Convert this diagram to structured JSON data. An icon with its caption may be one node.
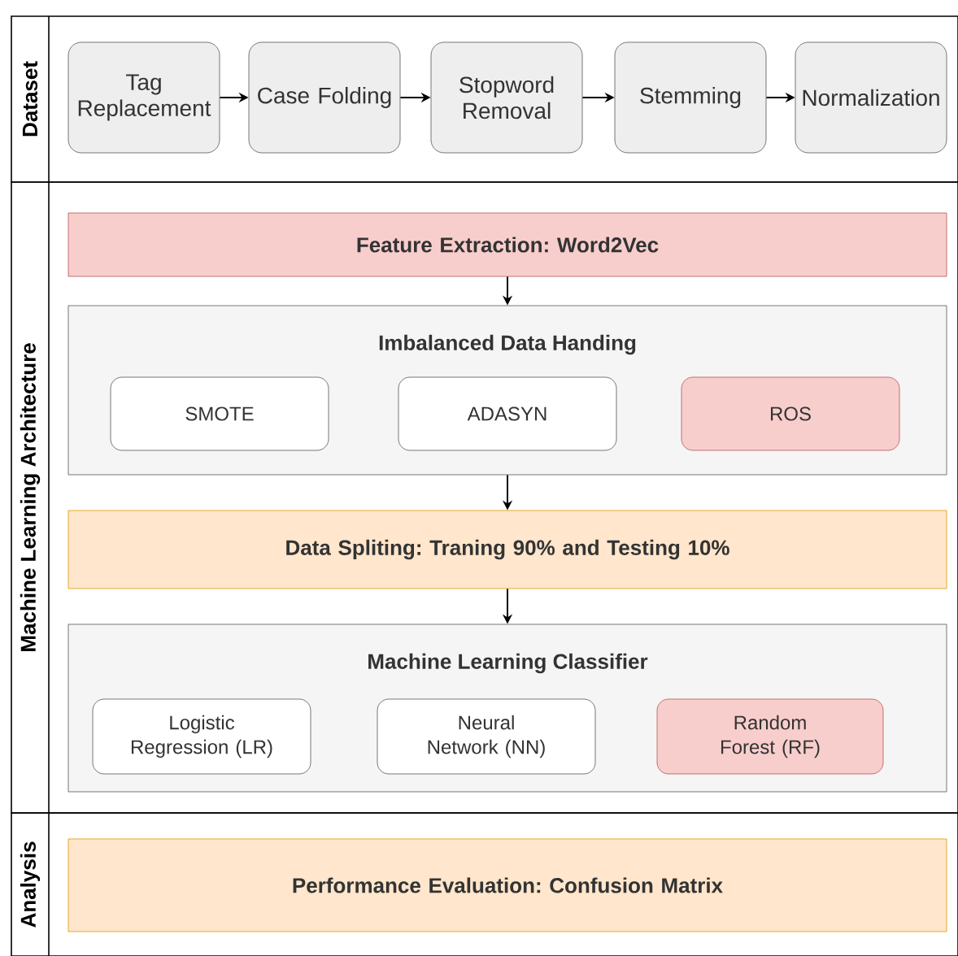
{
  "diagram": {
    "nodes": [
      {
        "text": [
          "Dataset"
        ]
      },
      {
        "text": [
          "Tag Replacement"
        ],
        "in": 0
      },
      {
        "text": [
          "Case Folding"
        ],
        "in": 0
      },
      {
        "text": [
          "Stopword Removal"
        ],
        "in": 0
      },
      {
        "text": [
          "Stemming"
        ],
        "in": 0
      },
      {
        "text": [
          "Normalization"
        ],
        "in": 0
      },
      {
        "text": [
          "Machine Learning Architecture"
        ]
      },
      {
        "text": [
          "Feature Extraction: Word2Vec"
        ],
        "in": 6
      },
      {
        "text": [
          "Imbalanced Data Handing"
        ],
        "in": 6
      },
      {
        "text": [
          "SMOTE"
        ],
        "in": 8
      },
      {
        "text": [
          "ADASYN"
        ],
        "in": 8
      },
      {
        "text": [
          "ROS"
        ],
        "in": 8
      },
      {
        "text": [
          "Data Spliting: Traning 90% and Testing 10%"
        ],
        "in": 6
      },
      {
        "text": [
          "Machine Learning Classifier"
        ],
        "in": 6
      },
      {
        "text": [
          "Logistic Regression (LR)"
        ],
        "in": 13
      },
      {
        "text": [
          "Neural Network (NN)"
        ],
        "in": 13
      },
      {
        "text": [
          "Random Forest (RF)"
        ],
        "in": 13
      },
      {
        "text": [
          "Analysis"
        ]
      },
      {
        "text": [
          "Performance Evaluation: Confusion Matrix"
        ],
        "in": 17
      }
    ],
    "edges": [
      {
        "from": 1,
        "to": 2,
        "arrow": "to"
      },
      {
        "from": 2,
        "to": 3,
        "arrow": "to"
      },
      {
        "from": 3,
        "to": 4,
        "arrow": "to"
      },
      {
        "from": 4,
        "to": 5,
        "arrow": "to"
      },
      {
        "from": 7,
        "to": 8,
        "arrow": "to"
      },
      {
        "from": 8,
        "to": 12,
        "arrow": "to"
      },
      {
        "from": 12,
        "to": 13,
        "arrow": "to"
      }
    ]
  }
}
